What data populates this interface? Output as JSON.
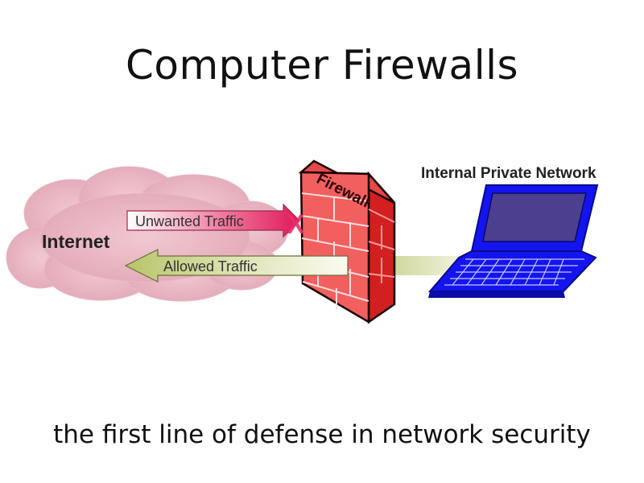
{
  "title": "Computer Firewalls",
  "subtitle": "the first line of defense in network security",
  "diagram": {
    "internet_label": "Internet",
    "firewall_label": "Firewall",
    "network_label": "Internal Private Network",
    "unwanted_label": "Unwanted Traffic",
    "allowed_label": "Allowed Traffic",
    "block_mark": "X"
  },
  "colors": {
    "cloud": "#e9b6c3",
    "firewall_front": "#f25a5a",
    "firewall_side": "#d82626",
    "unwanted_arrow": "#e8306a",
    "allowed_arrow": "#c6d08a",
    "laptop": "#1414f0",
    "screen": "#4b3f8e"
  }
}
